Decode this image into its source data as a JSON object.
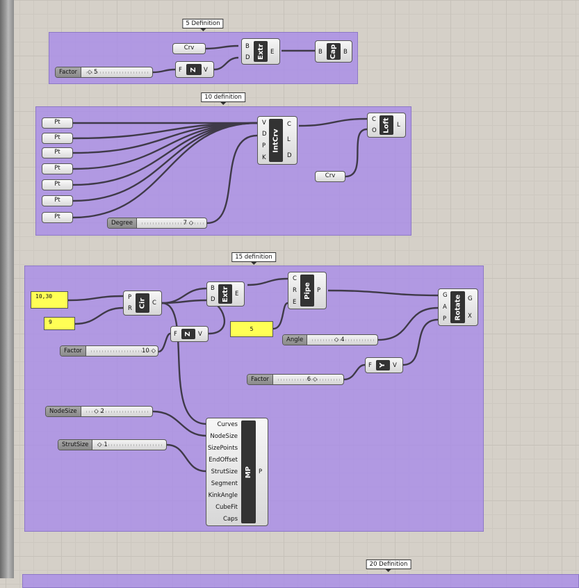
{
  "groups": {
    "g5": {
      "title": "5 Definition"
    },
    "g10": {
      "title": "10 definition"
    },
    "g15": {
      "title": "15 definition"
    },
    "g20": {
      "title": "20 Definition"
    }
  },
  "g5": {
    "crv_label": "Crv",
    "factor": {
      "name": "Factor",
      "value": "5"
    },
    "extr": {
      "name": "Extr",
      "in": [
        "B",
        "D"
      ],
      "out": [
        "E"
      ]
    },
    "z": {
      "name": "Z",
      "in": [
        "F"
      ],
      "out": [
        "V"
      ]
    },
    "cap": {
      "name": "Cap",
      "in": [
        "B"
      ],
      "out": [
        "B"
      ]
    }
  },
  "g10": {
    "pt_label": "Pt",
    "intcrv": {
      "name": "IntCrv",
      "in": [
        "V",
        "D",
        "P",
        "K"
      ],
      "out": [
        "C",
        "L",
        "D"
      ]
    },
    "loft": {
      "name": "Loft",
      "in": [
        "C",
        "O"
      ],
      "out": [
        "L"
      ]
    },
    "crv_label": "Crv",
    "degree": {
      "name": "Degree",
      "value": "7"
    }
  },
  "g15": {
    "panel1": "10,30",
    "panel2": "9",
    "panel3": "5",
    "cir": {
      "name": "Cir",
      "in": [
        "P",
        "R"
      ],
      "out": [
        "C"
      ]
    },
    "extr": {
      "name": "Extr",
      "in": [
        "B",
        "D"
      ],
      "out": [
        "E"
      ]
    },
    "pipe": {
      "name": "Pipe",
      "in": [
        "C",
        "R",
        "E"
      ],
      "out": [
        "P"
      ]
    },
    "rotate": {
      "name": "Rotate",
      "in": [
        "G",
        "A",
        "P"
      ],
      "out": [
        "G",
        "X"
      ]
    },
    "z": {
      "name": "Z",
      "in": [
        "F"
      ],
      "out": [
        "V"
      ]
    },
    "y": {
      "name": "Y",
      "in": [
        "F"
      ],
      "out": [
        "V"
      ]
    },
    "factor10": {
      "name": "Factor",
      "value": "10"
    },
    "angle": {
      "name": "Angle",
      "value": "4"
    },
    "factor6": {
      "name": "Factor",
      "value": "6"
    },
    "nodesize": {
      "name": "NodeSize",
      "value": "2"
    },
    "strutsize": {
      "name": "StrutSize",
      "value": "1"
    },
    "mp": {
      "name": "MP",
      "in": [
        "Curves",
        "NodeSize",
        "SizePoints",
        "EndOffset",
        "StrutSize",
        "Segment",
        "KinkAngle",
        "CubeFit",
        "Caps"
      ],
      "out": [
        "P"
      ]
    }
  },
  "colors": {
    "group": "#a98ce8",
    "panel": "#ffff55",
    "wire": "#3f3a48",
    "canvas": "#d5d0c8"
  }
}
